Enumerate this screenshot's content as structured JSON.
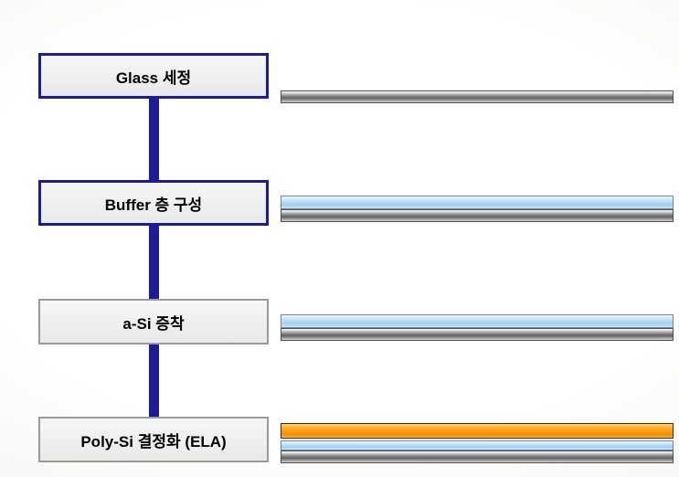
{
  "diagram": {
    "steps": [
      {
        "label": "Glass 세정"
      },
      {
        "label": "Buffer 층 구성"
      },
      {
        "label": "a-Si 증착"
      },
      {
        "label": "Poly-Si 결정화 (ELA)"
      }
    ]
  },
  "colors": {
    "connector_navy": "#1c1c96",
    "box_border_gray": "#9a9a9a",
    "box_fill": "#e9e9e9",
    "glass_layer_gray": "#787878",
    "buffer_layer_blue": "#a3cfee",
    "poly_si_orange": "#ffa41a"
  }
}
